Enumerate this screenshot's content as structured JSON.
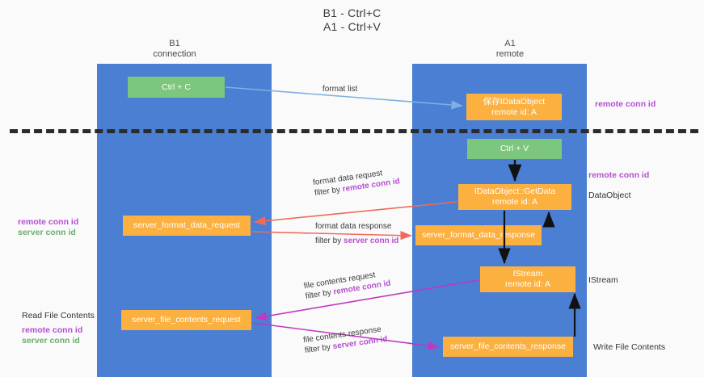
{
  "title": {
    "line1": "B1 - Ctrl+C",
    "line2": "A1 - Ctrl+V"
  },
  "columns": [
    {
      "name": "B1",
      "sub": "connection"
    },
    {
      "name": "A1",
      "sub": "remote"
    }
  ],
  "nodes": {
    "ctrl_c": {
      "label": "Ctrl + C",
      "color": "#7dc67d"
    },
    "save_idataobject": {
      "label": "保存IDataObject",
      "sub": "remote id: A",
      "color": "#fbb040"
    },
    "ctrl_v": {
      "label": "Ctrl + V",
      "color": "#7dc67d"
    },
    "idataobject_getdata": {
      "label": "IDataObject::GetData",
      "sub": "remote id: A",
      "color": "#fbb040"
    },
    "server_format_data_request": {
      "label": "server_format_data_request",
      "color": "#fbb040"
    },
    "server_format_data_response": {
      "label": "server_format_data_response",
      "color": "#fbb040"
    },
    "istream": {
      "label": "IStream",
      "sub": "remote id: A",
      "color": "#fbb040"
    },
    "server_file_contents_request": {
      "label": "server_file_contents_request",
      "color": "#fbb040"
    },
    "server_file_contents_response": {
      "label": "server_file_contents_response",
      "color": "#fbb040"
    }
  },
  "edges": [
    {
      "id": "format-list",
      "caption": "format list",
      "filter": "",
      "filter_prefix": ""
    },
    {
      "id": "format-data-request",
      "caption": "format data request",
      "filter": "remote conn id",
      "filter_prefix": "filter by "
    },
    {
      "id": "format-data-response",
      "caption": "format data response",
      "filter": "server conn id",
      "filter_prefix": "filter by "
    },
    {
      "id": "file-contents-request",
      "caption": "file contents request",
      "filter": "remote conn id",
      "filter_prefix": "filter by "
    },
    {
      "id": "file-contents-response",
      "caption": "file contents response",
      "filter": "server conn id",
      "filter_prefix": "filter by "
    }
  ],
  "annotations": {
    "right_remote_conn_id_top": "remote conn id",
    "right_remote_conn_id_mid": "remote conn id",
    "right_dataobject": "DataObject",
    "right_istream": "IStream",
    "right_write_file_contents": "Write File Contents",
    "left_remote_conn_id_mid": "remote conn id",
    "left_server_conn_id_mid": "server conn id",
    "left_read_file_contents": "Read File Contents",
    "left_remote_conn_id_bot": "remote conn id",
    "left_server_conn_id_bot": "server conn id"
  },
  "colors": {
    "lane": "#4a7fd4",
    "green_node": "#7dc67d",
    "orange_node": "#fbb040",
    "purple": "#b44fd1",
    "green_text": "#6aaf6a",
    "arrow_blue": "#7fb0e0",
    "arrow_black": "#111111",
    "arrow_red": "#f06a5a",
    "arrow_magenta": "#c038c0",
    "dashed": "#2b2b2b",
    "background": "#fafafa"
  }
}
